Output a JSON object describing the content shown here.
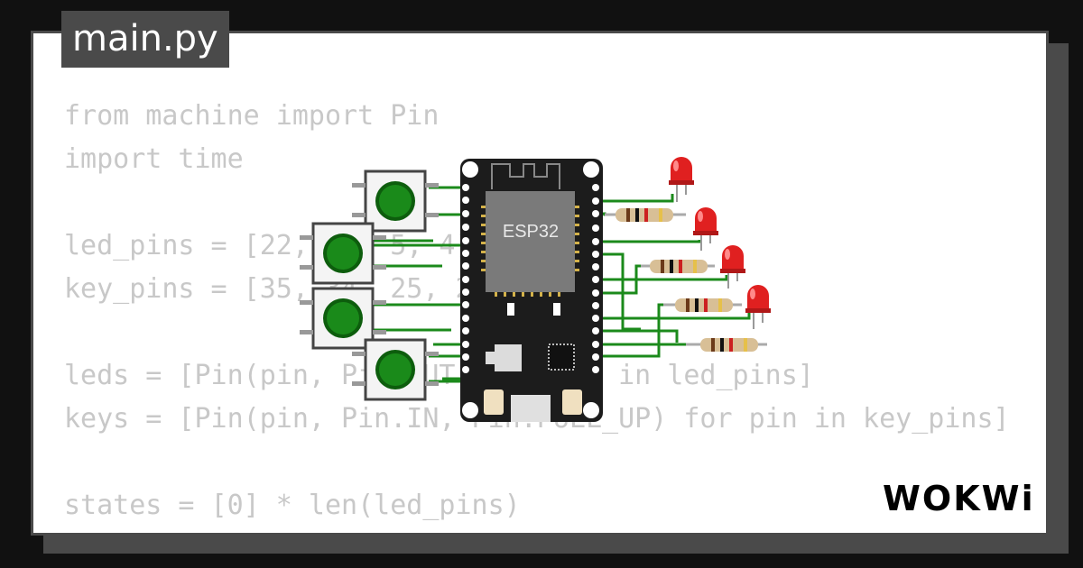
{
  "file_tab": {
    "label": "main.py"
  },
  "code": {
    "lines": [
      "from machine import Pin",
      "import time",
      "",
      "led_pins = [22, 21, 5, 4]",
      "key_pins = [35, 34, 25, 26]",
      "",
      "leds = [Pin(pin, Pin.OUT) for pin in led_pins]",
      "keys = [Pin(pin, Pin.IN, Pin.PULL_UP) for pin in key_pins]",
      "",
      "states = [0] * len(led_pins)"
    ]
  },
  "board": {
    "label": "ESP32"
  },
  "brand": {
    "label": "WOKWi"
  },
  "colors": {
    "background": "#111111",
    "frame": "#4a4a4a",
    "code_text": "#c8c8c8",
    "wire": "#1b8a1b",
    "button_cap": "#1a7a1a",
    "led": "#e02020",
    "board": "#1c1c1c",
    "chip": "#7a7a7a"
  },
  "icons": {
    "buttons": "pushbutton-icon",
    "leds": "red-led-icon",
    "resistors": "resistor-icon"
  }
}
